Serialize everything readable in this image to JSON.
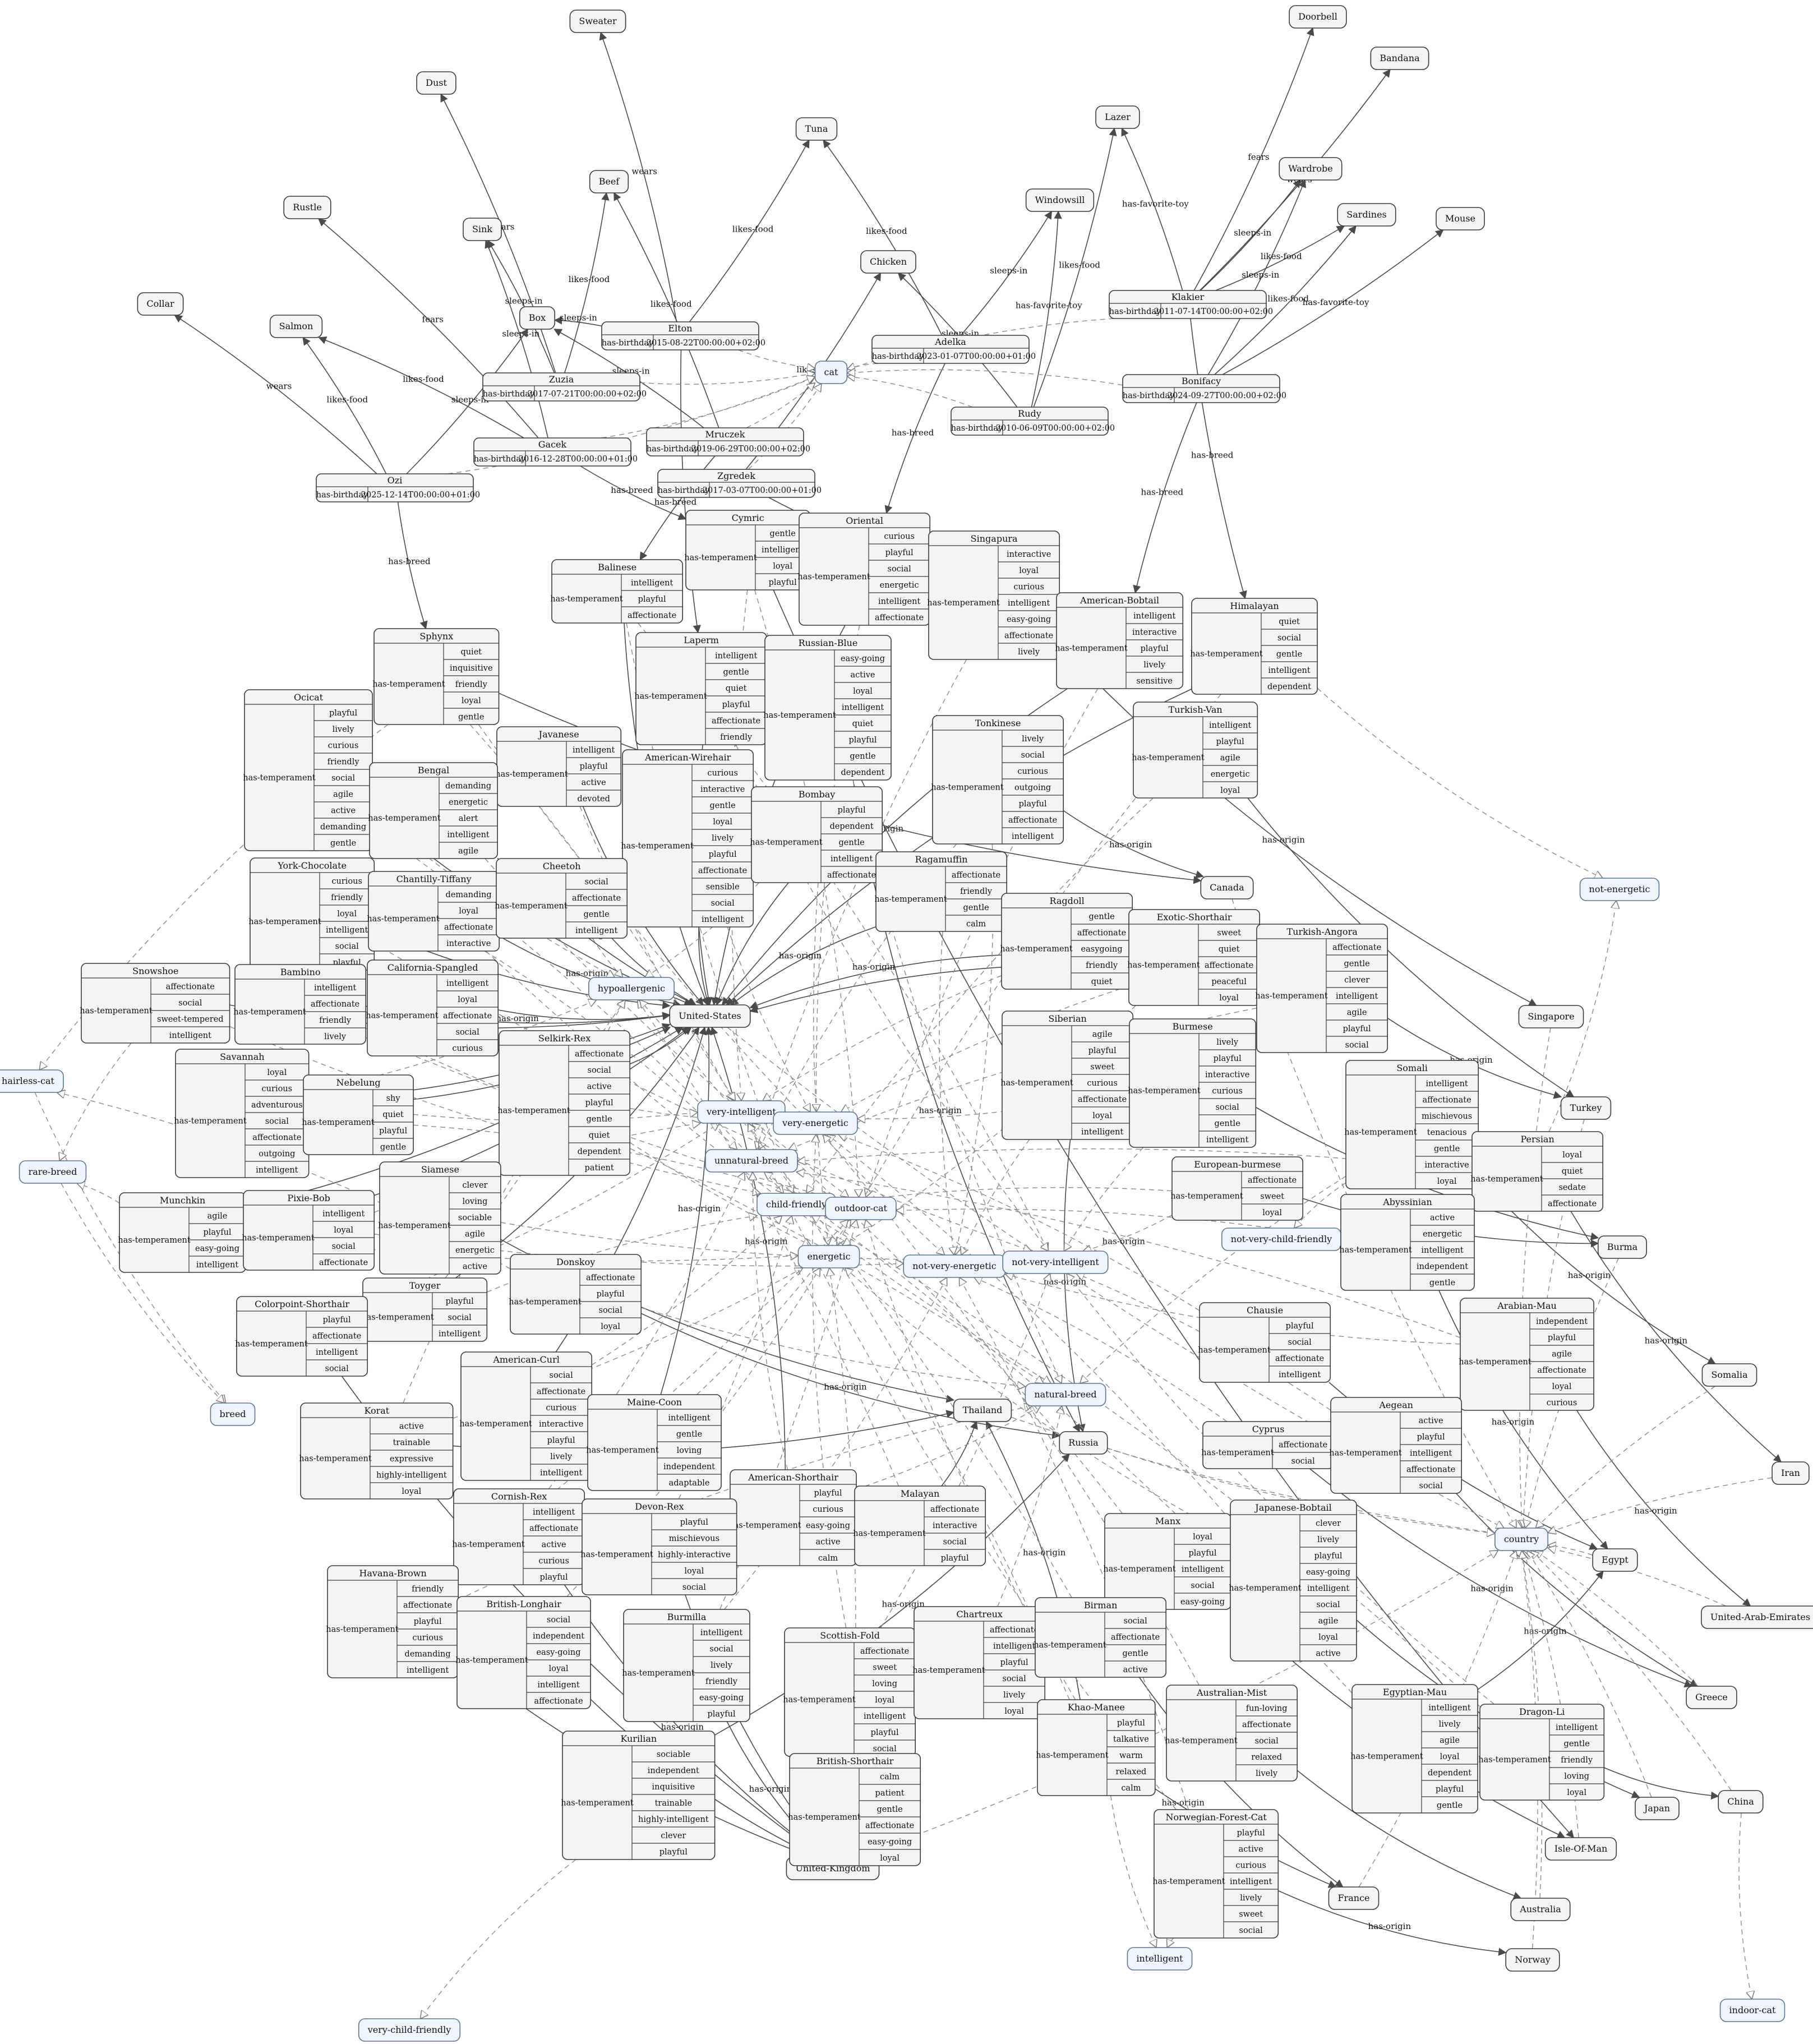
{
  "classes": [
    "cat",
    "breed",
    "country",
    "hairless-cat",
    "rare-breed",
    "hypoallergenic",
    "very-intelligent",
    "very-energetic",
    "unnatural-breed",
    "child-friendly",
    "outdoor-cat",
    "energetic",
    "not-very-energetic",
    "not-very-intelligent",
    "not-very-child-friendly",
    "natural-breed",
    "not-energetic",
    "intelligent",
    "indoor-cat",
    "very-child-friendly"
  ],
  "objects": [
    "Sweater",
    "Dust",
    "Tuna",
    "Beef",
    "Rustle",
    "Sink",
    "Collar",
    "Salmon",
    "Box",
    "Chicken",
    "Windowsill",
    "Lazer",
    "Doorbell",
    "Bandana",
    "Wardrobe",
    "Sardines",
    "Mouse"
  ],
  "countries": [
    "United-States",
    "Canada",
    "Singapore",
    "Turkey",
    "Burma",
    "Somalia",
    "Iran",
    "Thailand",
    "Russia",
    "Egypt",
    "United-Arab-Emirates",
    "Greece",
    "China",
    "Japan",
    "Isle-Of-Man",
    "Australia",
    "France",
    "Norway",
    "United-Kingdom"
  ],
  "cats": [
    {
      "name": "Elton",
      "birthday": "2015-08-22T00:00:00+02:00"
    },
    {
      "name": "Zuzia",
      "birthday": "2017-07-21T00:00:00+02:00"
    },
    {
      "name": "Adelka",
      "birthday": "2023-01-07T00:00:00+01:00"
    },
    {
      "name": "Rudy",
      "birthday": "2010-06-09T00:00:00+02:00"
    },
    {
      "name": "Klakier",
      "birthday": "2011-07-14T00:00:00+02:00"
    },
    {
      "name": "Bonifacy",
      "birthday": "2024-09-27T00:00:00+02:00"
    },
    {
      "name": "Mruczek",
      "birthday": "2019-06-29T00:00:00+02:00"
    },
    {
      "name": "Gacek",
      "birthday": "2016-12-28T00:00:00+01:00"
    },
    {
      "name": "Zgredek",
      "birthday": "2017-03-07T00:00:00+01:00"
    },
    {
      "name": "Ozi",
      "birthday": "2025-12-14T00:00:00+01:00"
    }
  ],
  "birthday_label": "has-birthday",
  "temperament_label": "has-temperament",
  "breeds": [
    {
      "name": "Cymric",
      "traits": [
        "gentle",
        "intelligent",
        "loyal",
        "playful"
      ]
    },
    {
      "name": "Oriental",
      "traits": [
        "curious",
        "playful",
        "social",
        "energetic",
        "intelligent",
        "affectionate"
      ]
    },
    {
      "name": "Singapura",
      "traits": [
        "interactive",
        "loyal",
        "curious",
        "intelligent",
        "easy-going",
        "affectionate",
        "lively"
      ]
    },
    {
      "name": "Balinese",
      "traits": [
        "intelligent",
        "playful",
        "affectionate"
      ]
    },
    {
      "name": "American-Bobtail",
      "traits": [
        "intelligent",
        "interactive",
        "playful",
        "lively",
        "sensitive"
      ]
    },
    {
      "name": "Himalayan",
      "traits": [
        "quiet",
        "social",
        "gentle",
        "intelligent",
        "dependent"
      ]
    },
    {
      "name": "Sphynx",
      "traits": [
        "quiet",
        "inquisitive",
        "friendly",
        "loyal",
        "gentle"
      ]
    },
    {
      "name": "Laperm",
      "traits": [
        "intelligent",
        "gentle",
        "quiet",
        "playful",
        "affectionate",
        "friendly"
      ]
    },
    {
      "name": "Russian-Blue",
      "traits": [
        "easy-going",
        "active",
        "loyal",
        "intelligent",
        "quiet",
        "playful",
        "gentle",
        "dependent"
      ]
    },
    {
      "name": "Ocicat",
      "traits": [
        "playful",
        "lively",
        "curious",
        "friendly",
        "social",
        "agile",
        "active",
        "demanding",
        "gentle"
      ]
    },
    {
      "name": "Javanese",
      "traits": [
        "intelligent",
        "playful",
        "active",
        "devoted"
      ]
    },
    {
      "name": "American-Wirehair",
      "traits": [
        "curious",
        "interactive",
        "gentle",
        "loyal",
        "lively",
        "playful",
        "affectionate",
        "sensible",
        "social",
        "intelligent"
      ]
    },
    {
      "name": "Tonkinese",
      "traits": [
        "lively",
        "social",
        "curious",
        "outgoing",
        "playful",
        "affectionate",
        "intelligent"
      ]
    },
    {
      "name": "Turkish-Van",
      "traits": [
        "intelligent",
        "playful",
        "agile",
        "energetic",
        "loyal"
      ]
    },
    {
      "name": "Bengal",
      "traits": [
        "demanding",
        "energetic",
        "alert",
        "intelligent",
        "agile"
      ]
    },
    {
      "name": "Bombay",
      "traits": [
        "playful",
        "dependent",
        "gentle",
        "intelligent",
        "affectionate"
      ]
    },
    {
      "name": "Ragamuffin",
      "traits": [
        "affectionate",
        "friendly",
        "gentle",
        "calm"
      ]
    },
    {
      "name": "York-Chocolate",
      "traits": [
        "curious",
        "friendly",
        "loyal",
        "intelligent",
        "social",
        "playful"
      ]
    },
    {
      "name": "Chantilly-Tiffany",
      "traits": [
        "demanding",
        "loyal",
        "affectionate",
        "interactive"
      ]
    },
    {
      "name": "Cheetoh",
      "traits": [
        "social",
        "affectionate",
        "gentle",
        "intelligent"
      ]
    },
    {
      "name": "Ragdoll",
      "traits": [
        "gentle",
        "affectionate",
        "easygoing",
        "friendly",
        "quiet"
      ]
    },
    {
      "name": "Exotic-Shorthair",
      "traits": [
        "sweet",
        "quiet",
        "affectionate",
        "peaceful",
        "loyal"
      ]
    },
    {
      "name": "Turkish-Angora",
      "traits": [
        "affectionate",
        "gentle",
        "clever",
        "intelligent",
        "agile",
        "playful",
        "social"
      ]
    },
    {
      "name": "Snowshoe",
      "traits": [
        "affectionate",
        "social",
        "sweet-tempered",
        "intelligent"
      ]
    },
    {
      "name": "Bambino",
      "traits": [
        "intelligent",
        "affectionate",
        "friendly",
        "lively"
      ]
    },
    {
      "name": "California-Spangled",
      "traits": [
        "intelligent",
        "loyal",
        "affectionate",
        "social",
        "curious"
      ]
    },
    {
      "name": "Siberian",
      "traits": [
        "agile",
        "playful",
        "sweet",
        "curious",
        "affectionate",
        "loyal",
        "intelligent"
      ]
    },
    {
      "name": "Burmese",
      "traits": [
        "lively",
        "playful",
        "interactive",
        "curious",
        "social",
        "gentle",
        "intelligent"
      ]
    },
    {
      "name": "Somali",
      "traits": [
        "intelligent",
        "affectionate",
        "mischievous",
        "tenacious",
        "gentle",
        "interactive",
        "loyal"
      ]
    },
    {
      "name": "Savannah",
      "traits": [
        "loyal",
        "curious",
        "adventurous",
        "social",
        "affectionate",
        "outgoing",
        "intelligent"
      ]
    },
    {
      "name": "Nebelung",
      "traits": [
        "shy",
        "quiet",
        "playful",
        "gentle"
      ]
    },
    {
      "name": "Selkirk-Rex",
      "traits": [
        "affectionate",
        "social",
        "active",
        "playful",
        "gentle",
        "quiet",
        "dependent",
        "patient"
      ]
    },
    {
      "name": "Persian",
      "traits": [
        "loyal",
        "quiet",
        "sedate",
        "affectionate"
      ]
    },
    {
      "name": "European-burmese",
      "traits": [
        "affectionate",
        "sweet",
        "loyal"
      ]
    },
    {
      "name": "Abyssinian",
      "traits": [
        "active",
        "energetic",
        "intelligent",
        "independent",
        "gentle"
      ]
    },
    {
      "name": "Munchkin",
      "traits": [
        "agile",
        "playful",
        "easy-going",
        "intelligent"
      ]
    },
    {
      "name": "Pixie-Bob",
      "traits": [
        "intelligent",
        "loyal",
        "social",
        "affectionate"
      ]
    },
    {
      "name": "Siamese",
      "traits": [
        "clever",
        "loving",
        "sociable",
        "agile",
        "energetic",
        "active"
      ]
    },
    {
      "name": "Donskoy",
      "traits": [
        "affectionate",
        "playful",
        "social",
        "loyal"
      ]
    },
    {
      "name": "Toyger",
      "traits": [
        "playful",
        "social",
        "intelligent"
      ]
    },
    {
      "name": "Colorpoint-Shorthair",
      "traits": [
        "playful",
        "affectionate",
        "intelligent",
        "social"
      ]
    },
    {
      "name": "Chausie",
      "traits": [
        "playful",
        "social",
        "affectionate",
        "intelligent"
      ]
    },
    {
      "name": "Arabian-Mau",
      "traits": [
        "independent",
        "playful",
        "agile",
        "affectionate",
        "loyal",
        "curious"
      ]
    },
    {
      "name": "American-Curl",
      "traits": [
        "social",
        "affectionate",
        "curious",
        "interactive",
        "playful",
        "lively",
        "intelligent"
      ]
    },
    {
      "name": "Maine-Coon",
      "traits": [
        "intelligent",
        "gentle",
        "loving",
        "independent",
        "adaptable"
      ]
    },
    {
      "name": "Korat",
      "traits": [
        "active",
        "trainable",
        "expressive",
        "highly-intelligent",
        "loyal"
      ]
    },
    {
      "name": "Cyprus",
      "traits": [
        "affectionate",
        "social"
      ]
    },
    {
      "name": "Aegean",
      "traits": [
        "active",
        "playful",
        "intelligent",
        "affectionate",
        "social"
      ]
    },
    {
      "name": "American-Shorthair",
      "traits": [
        "playful",
        "curious",
        "easy-going",
        "active",
        "calm"
      ]
    },
    {
      "name": "Malayan",
      "traits": [
        "affectionate",
        "interactive",
        "social",
        "playful"
      ]
    },
    {
      "name": "Manx",
      "traits": [
        "loyal",
        "playful",
        "intelligent",
        "social",
        "easy-going"
      ]
    },
    {
      "name": "Japanese-Bobtail",
      "traits": [
        "clever",
        "lively",
        "playful",
        "easy-going",
        "intelligent",
        "social",
        "agile",
        "loyal",
        "active"
      ]
    },
    {
      "name": "Cornish-Rex",
      "traits": [
        "intelligent",
        "affectionate",
        "active",
        "curious",
        "playful"
      ]
    },
    {
      "name": "Devon-Rex",
      "traits": [
        "playful",
        "mischievous",
        "highly-interactive",
        "loyal",
        "social"
      ]
    },
    {
      "name": "Havana-Brown",
      "traits": [
        "friendly",
        "affectionate",
        "playful",
        "curious",
        "demanding",
        "intelligent"
      ]
    },
    {
      "name": "British-Longhair",
      "traits": [
        "social",
        "independent",
        "easy-going",
        "loyal",
        "intelligent",
        "affectionate"
      ]
    },
    {
      "name": "Burmilla",
      "traits": [
        "intelligent",
        "social",
        "lively",
        "friendly",
        "easy-going",
        "playful"
      ]
    },
    {
      "name": "Scottish-Fold",
      "traits": [
        "affectionate",
        "sweet",
        "loving",
        "loyal",
        "intelligent",
        "playful",
        "social"
      ]
    },
    {
      "name": "Chartreux",
      "traits": [
        "affectionate",
        "intelligent",
        "playful",
        "social",
        "lively",
        "loyal"
      ]
    },
    {
      "name": "Birman",
      "traits": [
        "social",
        "affectionate",
        "gentle",
        "active"
      ]
    },
    {
      "name": "Khao-Manee",
      "traits": [
        "playful",
        "talkative",
        "warm",
        "relaxed",
        "calm"
      ]
    },
    {
      "name": "Australian-Mist",
      "traits": [
        "fun-loving",
        "affectionate",
        "social",
        "relaxed",
        "lively"
      ]
    },
    {
      "name": "Egyptian-Mau",
      "traits": [
        "intelligent",
        "lively",
        "agile",
        "loyal",
        "dependent",
        "playful",
        "gentle"
      ]
    },
    {
      "name": "Dragon-Li",
      "traits": [
        "intelligent",
        "gentle",
        "friendly",
        "loving",
        "loyal"
      ]
    },
    {
      "name": "Kurilian",
      "traits": [
        "sociable",
        "independent",
        "inquisitive",
        "trainable",
        "highly-intelligent",
        "clever",
        "playful"
      ]
    },
    {
      "name": "British-Shorthair",
      "traits": [
        "calm",
        "patient",
        "gentle",
        "affectionate",
        "easy-going",
        "loyal"
      ]
    },
    {
      "name": "Norwegian-Forest-Cat",
      "traits": [
        "playful",
        "active",
        "curious",
        "intelligent",
        "lively",
        "sweet",
        "social"
      ]
    }
  ],
  "edges": [
    {
      "from": "Elton",
      "to": "Sweater",
      "label": "wears"
    },
    {
      "from": "Elton",
      "to": "Tuna",
      "label": "likes-food"
    },
    {
      "from": "Elton",
      "to": "Box",
      "label": "sleeps-in"
    },
    {
      "from": "Zuzia",
      "to": "Beef",
      "label": "likes-food"
    },
    {
      "from": "Zuzia",
      "to": "Sink",
      "label": "sleeps-in"
    },
    {
      "from": "Zuzia",
      "to": "Dust",
      "label": "fears"
    },
    {
      "from": "Gacek",
      "to": "Rustle",
      "label": "fears"
    },
    {
      "from": "Gacek",
      "to": "Salmon",
      "label": "likes-food"
    },
    {
      "from": "Gacek",
      "to": "Sink",
      "label": "sleeps-in"
    },
    {
      "from": "Ozi",
      "to": "Collar",
      "label": "wears"
    },
    {
      "from": "Ozi",
      "to": "Salmon",
      "label": "likes-food"
    },
    {
      "from": "Ozi",
      "to": "Box",
      "label": "sleeps-in"
    },
    {
      "from": "Ozi",
      "to": "Sphynx",
      "label": "has-breed"
    },
    {
      "from": "Mruczek",
      "to": "Beef",
      "label": "likes-food"
    },
    {
      "from": "Mruczek",
      "to": "Box",
      "label": "sleeps-in"
    },
    {
      "from": "Mruczek",
      "to": "Balinese",
      "label": "has-breed"
    },
    {
      "from": "Adelka",
      "to": "Tuna",
      "label": "likes-food"
    },
    {
      "from": "Adelka",
      "to": "Windowsill",
      "label": "sleeps-in"
    },
    {
      "from": "Adelka",
      "to": "Oriental",
      "label": "has-breed"
    },
    {
      "from": "Rudy",
      "to": "Chicken",
      "label": "sleeps-in"
    },
    {
      "from": "Rudy",
      "to": "Windowsill",
      "label": "has-favorite-toy"
    },
    {
      "from": "Rudy",
      "to": "Lazer",
      "label": "likes-food"
    },
    {
      "from": "Klakier",
      "to": "Doorbell",
      "label": "fears"
    },
    {
      "from": "Klakier",
      "to": "Lazer",
      "label": "has-favorite-toy"
    },
    {
      "from": "Klakier",
      "to": "Wardrobe",
      "label": "sleeps-in"
    },
    {
      "from": "Klakier",
      "to": "Bandana",
      "label": "wears"
    },
    {
      "from": "Klakier",
      "to": "Sardines",
      "label": "likes-food"
    },
    {
      "from": "Klakier",
      "to": "Himalayan",
      "label": "has-breed"
    },
    {
      "from": "Bonifacy",
      "to": "Wardrobe",
      "label": "sleeps-in"
    },
    {
      "from": "Bonifacy",
      "to": "Sardines",
      "label": "likes-food"
    },
    {
      "from": "Bonifacy",
      "to": "Mouse",
      "label": "has-favorite-toy"
    },
    {
      "from": "Bonifacy",
      "to": "American-Bobtail",
      "label": "has-breed"
    },
    {
      "from": "Zgredek",
      "to": "Chicken",
      "label": "likes-food"
    },
    {
      "from": "Zgredek",
      "to": "Singapura",
      "label": "has-breed"
    },
    {
      "from": "Gacek",
      "to": "Cymric",
      "label": "has-breed"
    },
    {
      "from": "Elton",
      "to": "Laperm",
      "label": "has-breed"
    }
  ],
  "origin_label": "has-origin"
}
